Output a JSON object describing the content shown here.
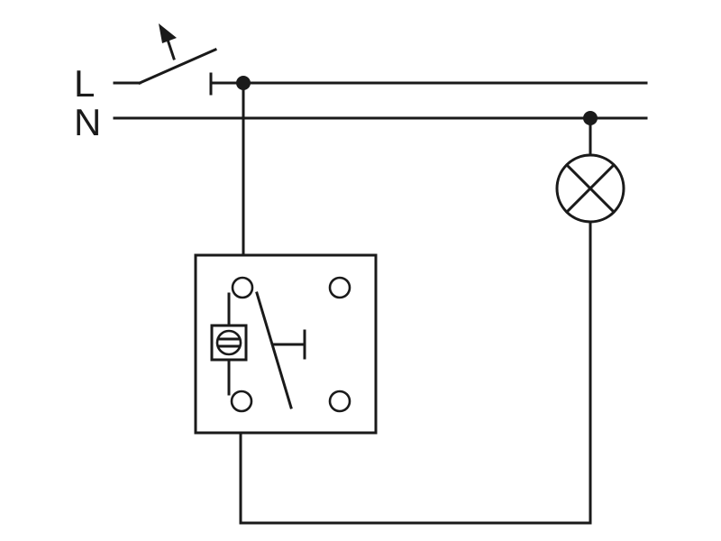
{
  "diagram": {
    "rail_labels": {
      "line": "L",
      "neutral": "N"
    },
    "components": [
      "main-switch",
      "junction-node",
      "pushbutton-module",
      "lamp"
    ],
    "colors": {
      "stroke": "#1a1a1a",
      "background": "#ffffff"
    }
  }
}
